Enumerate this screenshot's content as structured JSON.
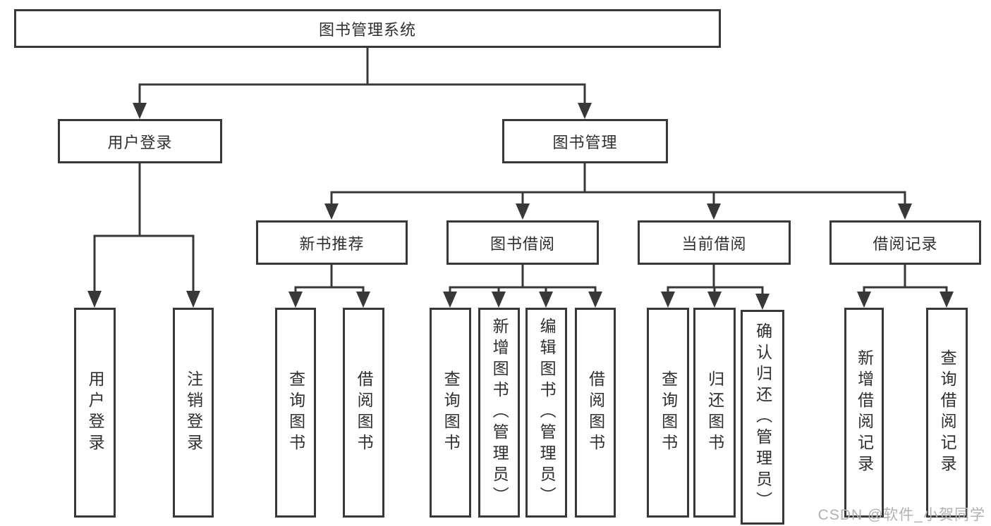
{
  "tree": {
    "root": "图书管理系统",
    "children": [
      {
        "label": "用户登录",
        "children": [
          {
            "label": "用户登录"
          },
          {
            "label": "注销登录"
          }
        ]
      },
      {
        "label": "图书管理",
        "children": [
          {
            "label": "新书推荐",
            "children": [
              {
                "label": "查询图书"
              },
              {
                "label": "借阅图书"
              }
            ]
          },
          {
            "label": "图书借阅",
            "children": [
              {
                "label": "查询图书"
              },
              {
                "label": "新增图书（管理员）"
              },
              {
                "label": "编辑图书（管理员）"
              },
              {
                "label": "借阅图书"
              }
            ]
          },
          {
            "label": "当前借阅",
            "children": [
              {
                "label": "查询图书"
              },
              {
                "label": "归还图书"
              },
              {
                "label": "确认归还（管理员）"
              }
            ]
          },
          {
            "label": "借阅记录",
            "children": [
              {
                "label": "新增借阅记录"
              },
              {
                "label": "查询借阅记录"
              }
            ]
          }
        ]
      }
    ]
  },
  "watermark": {
    "text": "CSDN @软件_小贺同学"
  },
  "colors": {
    "line": "#383838",
    "text": "#2f2f2f",
    "watermark": "#b1b1b1",
    "background": "#ffffff"
  }
}
